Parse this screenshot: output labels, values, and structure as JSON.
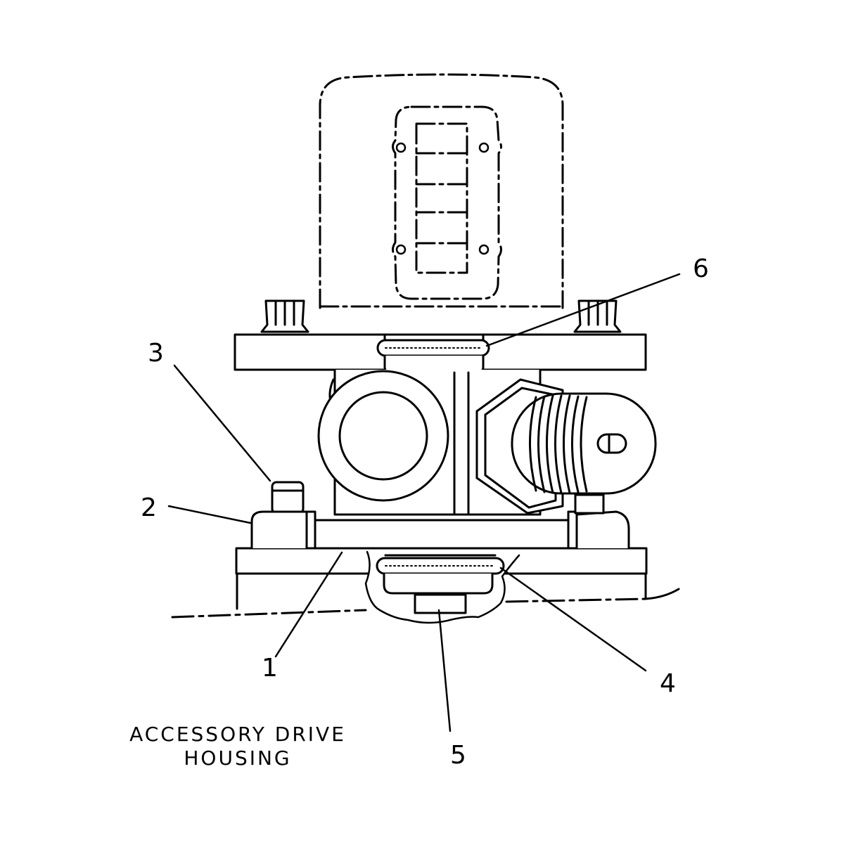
{
  "figure": {
    "caption": [
      "ACCESSORY DRIVE",
      "HOUSING"
    ],
    "callouts": [
      "1",
      "2",
      "3",
      "4",
      "5",
      "6"
    ],
    "ink_color": "#000000",
    "paper_color": "#ffffff"
  }
}
